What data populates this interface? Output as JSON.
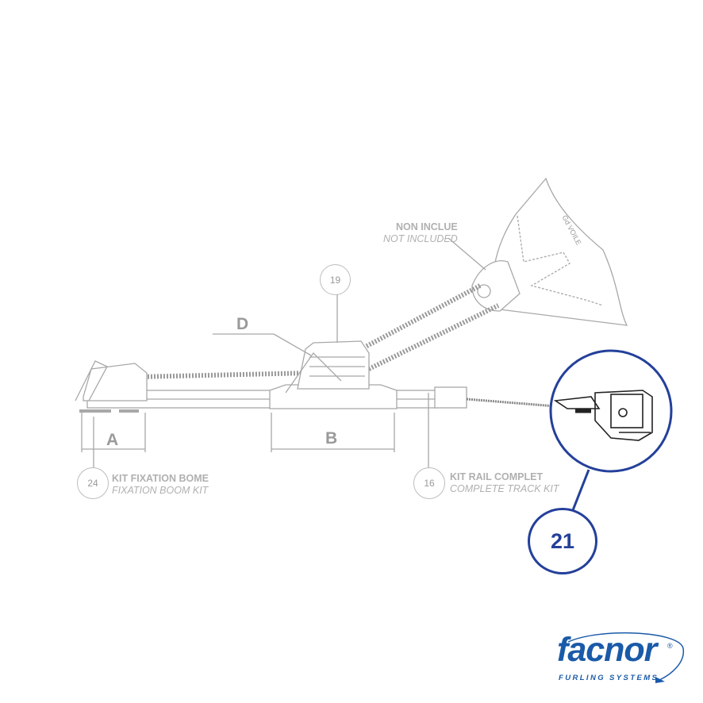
{
  "labels": {
    "not_included_fr": "NON INCLUE",
    "not_included_en": "NOT INCLUDED",
    "boom_kit_fr": "KIT FIXATION BOME",
    "boom_kit_en": "FIXATION BOOM KIT",
    "track_kit_fr": "KIT RAIL COMPLET",
    "track_kit_en": "COMPLETE TRACK KIT",
    "sail_note": "Gd VOILE"
  },
  "part_numbers": {
    "p19": "19",
    "p24": "24",
    "p16": "16",
    "p21": "21"
  },
  "dimensions": {
    "a": "A",
    "b": "B",
    "d": "D"
  },
  "logo": {
    "name": "facnor",
    "tagline": "FURLING SYSTEMS",
    "reg": "®"
  },
  "colors": {
    "line": "#a8a8a8",
    "callout": "#24409a",
    "brand": "#1a5aa8"
  }
}
